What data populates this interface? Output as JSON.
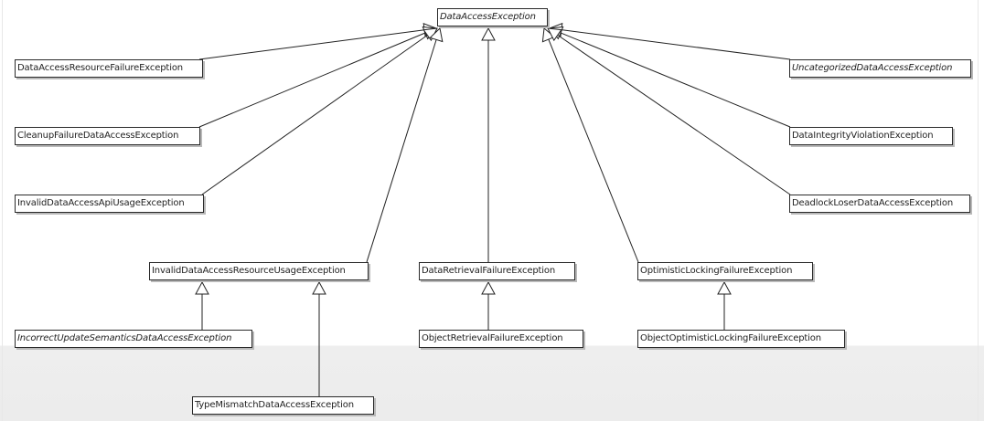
{
  "diagram": {
    "nodes": [
      {
        "id": "root",
        "label": "DataAccessException",
        "abstract": true
      },
      {
        "id": "resource_failure",
        "label": "DataAccessResourceFailureException",
        "abstract": false
      },
      {
        "id": "cleanup_failure",
        "label": "CleanupFailureDataAccessException",
        "abstract": false
      },
      {
        "id": "api_usage",
        "label": "InvalidDataAccessApiUsageException",
        "abstract": false
      },
      {
        "id": "resource_usage",
        "label": "InvalidDataAccessResourceUsageException",
        "abstract": false
      },
      {
        "id": "incorrect_update",
        "label": "IncorrectUpdateSemanticsDataAccessException",
        "abstract": true
      },
      {
        "id": "type_mismatch",
        "label": "TypeMismatchDataAccessException",
        "abstract": false
      },
      {
        "id": "retrieval_failure",
        "label": "DataRetrievalFailureException",
        "abstract": false
      },
      {
        "id": "object_retrieval",
        "label": "ObjectRetrievalFailureException",
        "abstract": false
      },
      {
        "id": "optimistic_locking",
        "label": "OptimisticLockingFailureException",
        "abstract": false
      },
      {
        "id": "object_optimistic",
        "label": "ObjectOptimisticLockingFailureException",
        "abstract": false
      },
      {
        "id": "uncategorized",
        "label": "UncategorizedDataAccessException",
        "abstract": true
      },
      {
        "id": "integrity_violation",
        "label": "DataIntegrityViolationException",
        "abstract": false
      },
      {
        "id": "deadlock_loser",
        "label": "DeadlockLoserDataAccessException",
        "abstract": false
      }
    ],
    "edges": [
      {
        "from": "resource_failure",
        "to": "root"
      },
      {
        "from": "cleanup_failure",
        "to": "root"
      },
      {
        "from": "api_usage",
        "to": "root"
      },
      {
        "from": "resource_usage",
        "to": "root"
      },
      {
        "from": "retrieval_failure",
        "to": "root"
      },
      {
        "from": "optimistic_locking",
        "to": "root"
      },
      {
        "from": "uncategorized",
        "to": "root"
      },
      {
        "from": "integrity_violation",
        "to": "root"
      },
      {
        "from": "deadlock_loser",
        "to": "root"
      },
      {
        "from": "incorrect_update",
        "to": "resource_usage"
      },
      {
        "from": "type_mismatch",
        "to": "resource_usage"
      },
      {
        "from": "object_retrieval",
        "to": "retrieval_failure"
      },
      {
        "from": "object_optimistic",
        "to": "optimistic_locking"
      }
    ]
  }
}
